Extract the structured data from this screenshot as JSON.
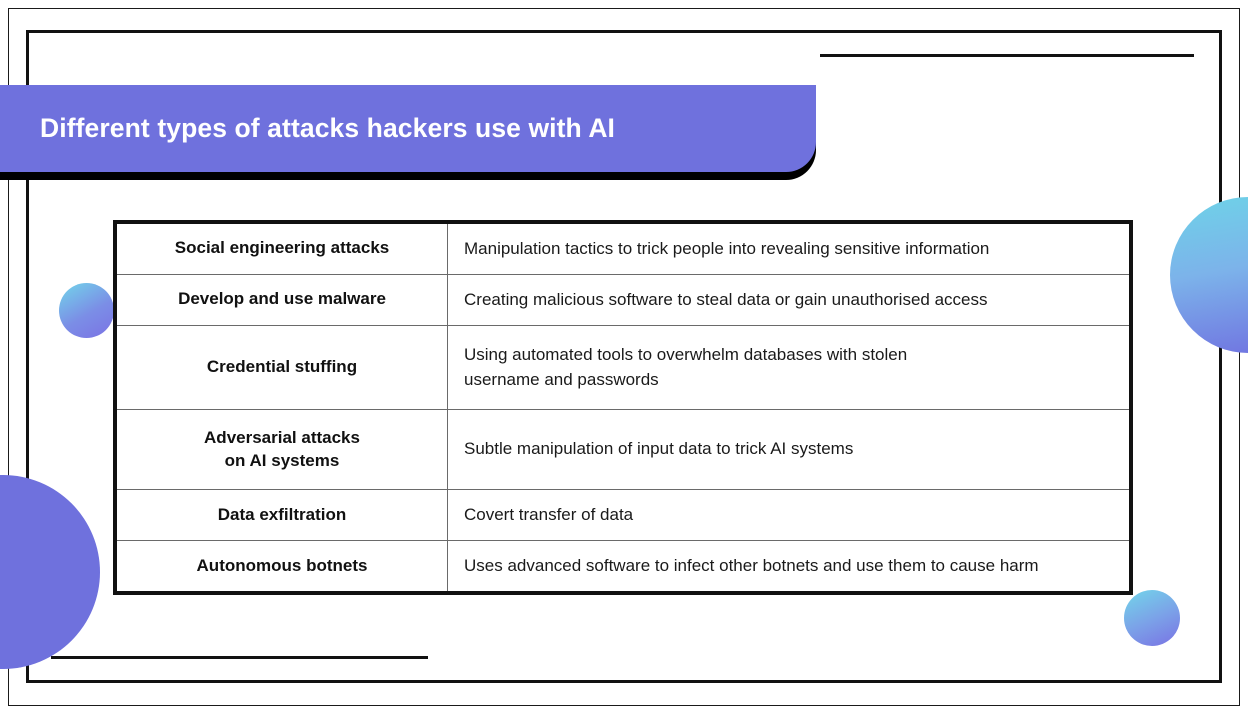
{
  "slide": {
    "title": "Different types of attacks hackers use with AI",
    "accent_color": "#6f71dd",
    "frame_color": "#111111",
    "title_color": "#ffffff",
    "gradient_from": "#6ed3e8",
    "gradient_to": "#6f6ee0"
  },
  "table": {
    "rows": [
      {
        "term": "Social engineering attacks",
        "description": "Manipulation tactics to trick people into revealing sensitive information",
        "desc_lines": [
          "Manipulation tactics to trick people into revealing sensitive information"
        ]
      },
      {
        "term": "Develop and use malware",
        "description": "Creating malicious software to steal data or gain unauthorised access",
        "desc_lines": [
          "Creating malicious software to steal data or gain unauthorised access"
        ]
      },
      {
        "term": "Credential stuffing",
        "description": "Using automated tools to overwhelm databases with stolen username and passwords",
        "desc_lines": [
          "Using automated tools to overwhelm databases with stolen",
          "username and passwords"
        ]
      },
      {
        "term": "Adversarial attacks on AI systems",
        "term_lines": [
          "Adversarial attacks",
          "on AI systems"
        ],
        "description": "Subtle manipulation of input data to trick AI systems",
        "desc_lines": [
          "Subtle manipulation of input data to trick AI systems"
        ]
      },
      {
        "term": "Data exfiltration",
        "description": "Covert transfer of data",
        "desc_lines": [
          "Covert transfer of data"
        ]
      },
      {
        "term": "Autonomous botnets",
        "description": "Uses advanced software to infect other botnets and use them to cause harm",
        "desc_lines": [
          "Uses advanced software to infect other botnets and use them to cause harm"
        ]
      }
    ]
  }
}
